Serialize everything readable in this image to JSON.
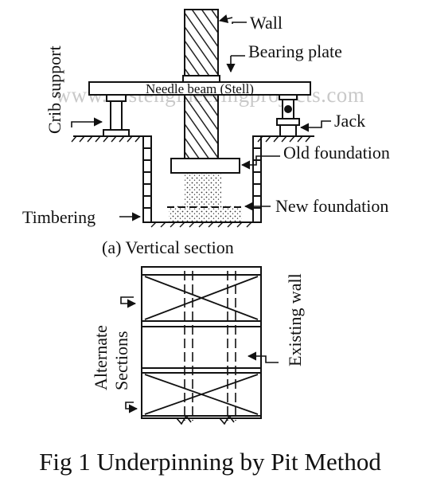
{
  "watermark": "www.bestengineeringprojects.com",
  "labels": {
    "wall": "Wall",
    "bearing_plate": "Bearing plate",
    "needle_beam": "Needle beam (Stell)",
    "crib_support": "Crib support",
    "jack": "Jack",
    "old_foundation": "Old foundation",
    "new_foundation": "New foundation",
    "timbering": "Timbering",
    "vertical_section": "(a) Vertical section",
    "existing_wall": "Existing wall",
    "alternate": "Alternate",
    "sections": "Sections"
  },
  "caption": "Fig 1 Underpinning by Pit Method"
}
